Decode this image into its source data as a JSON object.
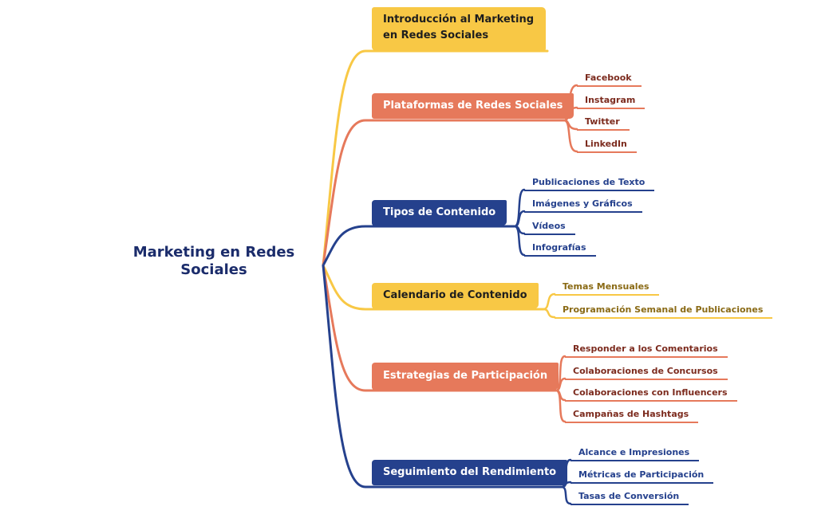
{
  "title": "Marketing en Redes Sociales",
  "colors": {
    "yellow": "#F8C845",
    "salmon": "#E6795B",
    "navy": "#25418D",
    "title": "#1B2C6B",
    "on_yellow": "#1E1E1E",
    "salmon_child": "#7C2B1E",
    "yellow_child": "#8A6A15"
  },
  "branches": [
    {
      "label": "Introducción al Marketing en Redes Sociales",
      "color": "yellow",
      "children": []
    },
    {
      "label": "Plataformas de Redes Sociales",
      "color": "salmon",
      "children": [
        "Facebook",
        "Instagram",
        "Twitter",
        "LinkedIn"
      ]
    },
    {
      "label": "Tipos de Contenido",
      "color": "navy",
      "children": [
        "Publicaciones de Texto",
        "Imágenes y Gráficos",
        "Vídeos",
        "Infografías"
      ]
    },
    {
      "label": "Calendario de Contenido",
      "color": "yellow",
      "children": [
        "Temas Mensuales",
        "Programación Semanal de Publicaciones"
      ]
    },
    {
      "label": "Estrategias de Participación",
      "color": "salmon",
      "children": [
        "Responder a los Comentarios",
        "Colaboraciones de Concursos",
        "Colaboraciones con Influencers",
        "Campañas de Hashtags"
      ]
    },
    {
      "label": "Seguimiento del Rendimiento",
      "color": "navy",
      "children": [
        "Alcance e Impresiones",
        "Métricas de Participación",
        "Tasas de Conversión"
      ]
    }
  ]
}
